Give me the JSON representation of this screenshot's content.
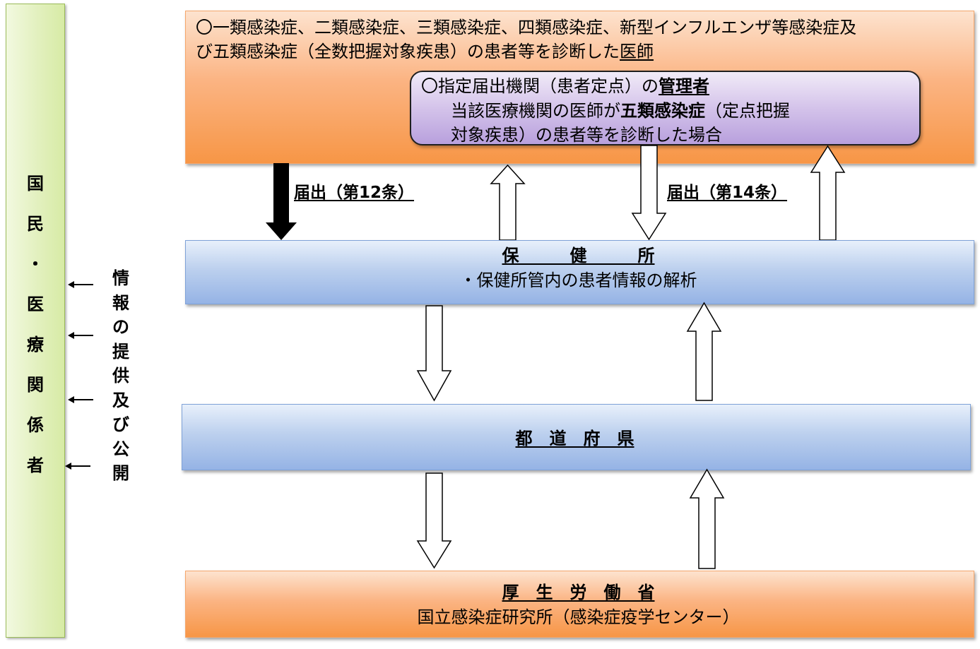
{
  "left_panel": {
    "chars": [
      "国",
      "民",
      "・",
      "医",
      "療",
      "関",
      "係",
      "者"
    ]
  },
  "info_label": {
    "chars": [
      "情",
      "報",
      "の",
      "提",
      "供",
      "及",
      "び",
      "公",
      "開"
    ]
  },
  "top_box": {
    "line1": "〇一類感染症、二類感染症、三類感染症、四類感染症、新型インフルエンザ等感染症及",
    "line2_prefix": "び五類感染症（全数把握対象疾患）の患者等を診断した",
    "line2_emph": "医師"
  },
  "sentinel_box": {
    "line1_prefix": "〇指定届出機関（患者定点）の",
    "line1_emph": "管理者",
    "line2_prefix": "当該医療機関の医師が",
    "line2_emph": "五類感染症",
    "line2_suffix": "（定点把握",
    "line3": "対象疾患）の患者等を診断した場合"
  },
  "notify_12": "届出（第12条）",
  "notify_14": "届出（第14条）",
  "health_center": {
    "title": "保　　　健　　　所",
    "subtitle": "・保健所管内の患者情報の解析"
  },
  "prefecture": {
    "title": "都　道　府　県"
  },
  "ministry": {
    "title": "厚　生　労　働　省",
    "subtitle": "国立感染症研究所（感染症疫学センター）"
  }
}
